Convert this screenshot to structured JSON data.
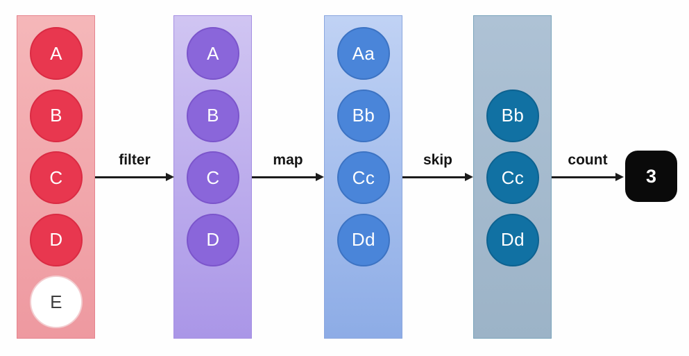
{
  "canvas": {
    "background": "#fefefe"
  },
  "stages": [
    {
      "name": "source-list",
      "bg_top": "#f5b7b9",
      "bg_bottom": "#ee99a0",
      "border": "#e5838d",
      "circle_fill": "#e8374f",
      "circle_border": "#da2b43",
      "text_color": "#ffffff",
      "items": [
        {
          "label": "A",
          "row": 0
        },
        {
          "label": "B",
          "row": 1
        },
        {
          "label": "C",
          "row": 2
        },
        {
          "label": "D",
          "row": 3
        },
        {
          "label": "E",
          "row": 4,
          "fill": "#ffffff",
          "border": "#f3cdd0",
          "text_color": "#3d3d3d"
        }
      ]
    },
    {
      "name": "after-filter",
      "bg_top": "#d0c5f2",
      "bg_bottom": "#aa96e7",
      "border": "#a58fe2",
      "circle_fill": "#8a66da",
      "circle_border": "#7b55cb",
      "text_color": "#ffffff",
      "items": [
        {
          "label": "A",
          "row": 0
        },
        {
          "label": "B",
          "row": 1
        },
        {
          "label": "C",
          "row": 2
        },
        {
          "label": "D",
          "row": 3
        }
      ]
    },
    {
      "name": "after-map",
      "bg_top": "#c0d2f4",
      "bg_bottom": "#8dace6",
      "border": "#8aa6de",
      "circle_fill": "#4a85d9",
      "circle_border": "#3c73c3",
      "text_color": "#ffffff",
      "items": [
        {
          "label": "Aa",
          "row": 0
        },
        {
          "label": "Bb",
          "row": 1
        },
        {
          "label": "Cc",
          "row": 2
        },
        {
          "label": "Dd",
          "row": 3
        }
      ]
    },
    {
      "name": "after-skip",
      "bg_top": "#aec2d5",
      "bg_bottom": "#9cb3c7",
      "border": "#7aa3ba",
      "circle_fill": "#1171a3",
      "circle_border": "#0d6290",
      "text_color": "#ffffff",
      "items": [
        {
          "label": "Bb",
          "row": 1
        },
        {
          "label": "Cc",
          "row": 2
        },
        {
          "label": "Dd",
          "row": 3
        }
      ]
    }
  ],
  "operations": [
    {
      "label": "filter"
    },
    {
      "label": "map"
    },
    {
      "label": "skip"
    },
    {
      "label": "count"
    }
  ],
  "result": {
    "value": "3",
    "bg": "#0a0a0a",
    "text_color": "#ffffff"
  },
  "arrow_color": "#1b1b1b",
  "label_color": "#151515"
}
